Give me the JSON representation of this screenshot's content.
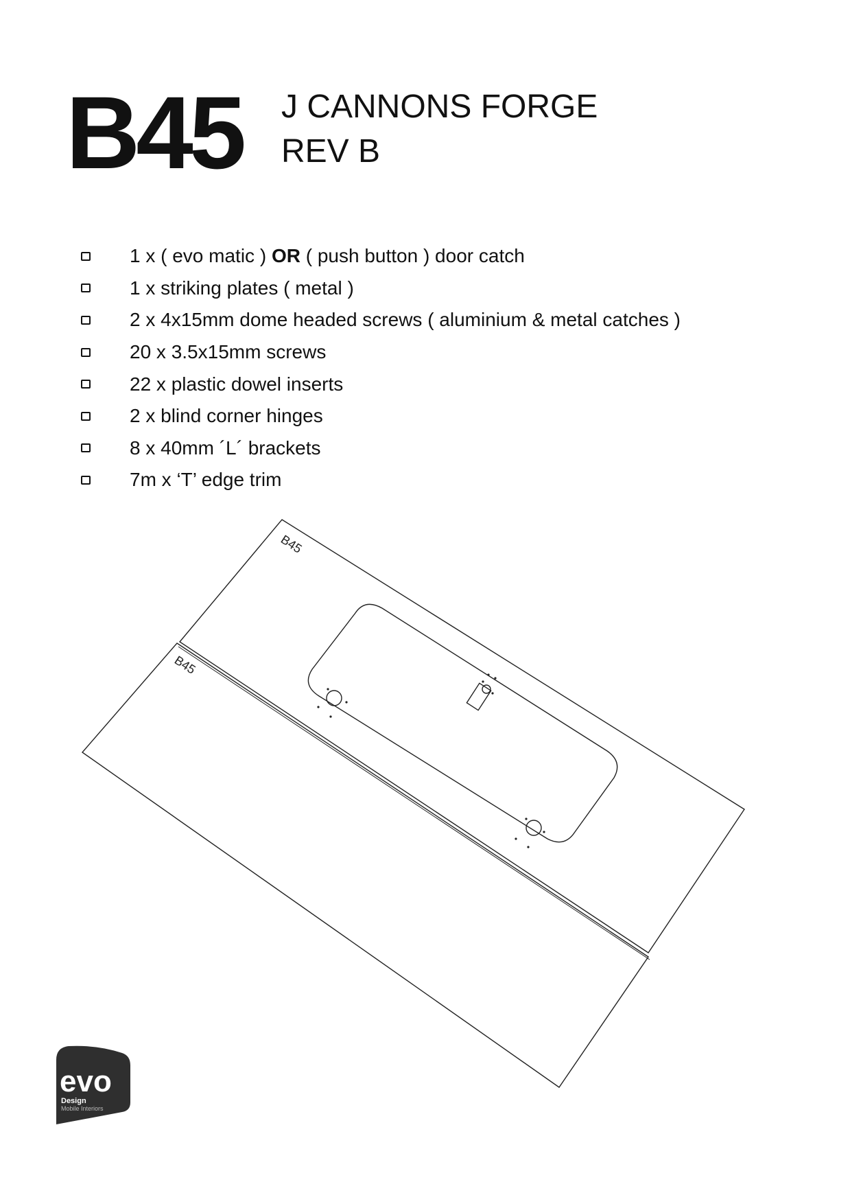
{
  "header": {
    "code": "B45",
    "title_line1": "J CANNONS FORGE",
    "title_line2": "REV B"
  },
  "checklist": [
    {
      "pre": "1 x ( evo matic ) ",
      "bold": "OR",
      "post": " ( push button ) door catch"
    },
    {
      "pre": "1 x striking plates ( metal )",
      "bold": "",
      "post": ""
    },
    {
      "pre": "2 x 4x15mm dome headed screws ( aluminium & metal catches )",
      "bold": "",
      "post": ""
    },
    {
      "pre": "20 x 3.5x15mm screws",
      "bold": "",
      "post": ""
    },
    {
      "pre": "22 x plastic dowel inserts",
      "bold": "",
      "post": ""
    },
    {
      "pre": "2 x blind corner hinges",
      "bold": "",
      "post": ""
    },
    {
      "pre": "8 x 40mm ´L´ brackets",
      "bold": "",
      "post": ""
    },
    {
      "pre": "7m x ‘T’ edge trim",
      "bold": "",
      "post": ""
    }
  ],
  "drawing": {
    "upper_panel_label": "B45",
    "lower_panel_label": "B45"
  },
  "logo": {
    "brand": "evo",
    "line1": "Design",
    "line2": "Mobile Interiors"
  }
}
